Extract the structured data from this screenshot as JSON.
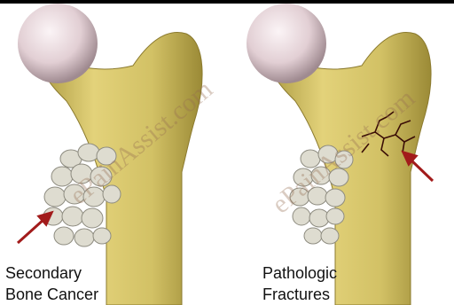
{
  "panels": [
    {
      "id": "left",
      "caption_line1": "Secondary",
      "caption_line2": "Bone Cancer",
      "watermark": "ePainAssist.com"
    },
    {
      "id": "right",
      "caption_line1": "Pathologic",
      "caption_line2": "Fractures",
      "watermark": "ePainAssist.com"
    }
  ],
  "colors": {
    "bone": "#d6c56a",
    "bone_shadow": "#a8973f",
    "bone_highlight": "#f1e49a",
    "femoral_head": "#e8d8dc",
    "tumor": "#ddddd0",
    "arrow": "#a21b1b",
    "fracture": "#3b0e06"
  }
}
